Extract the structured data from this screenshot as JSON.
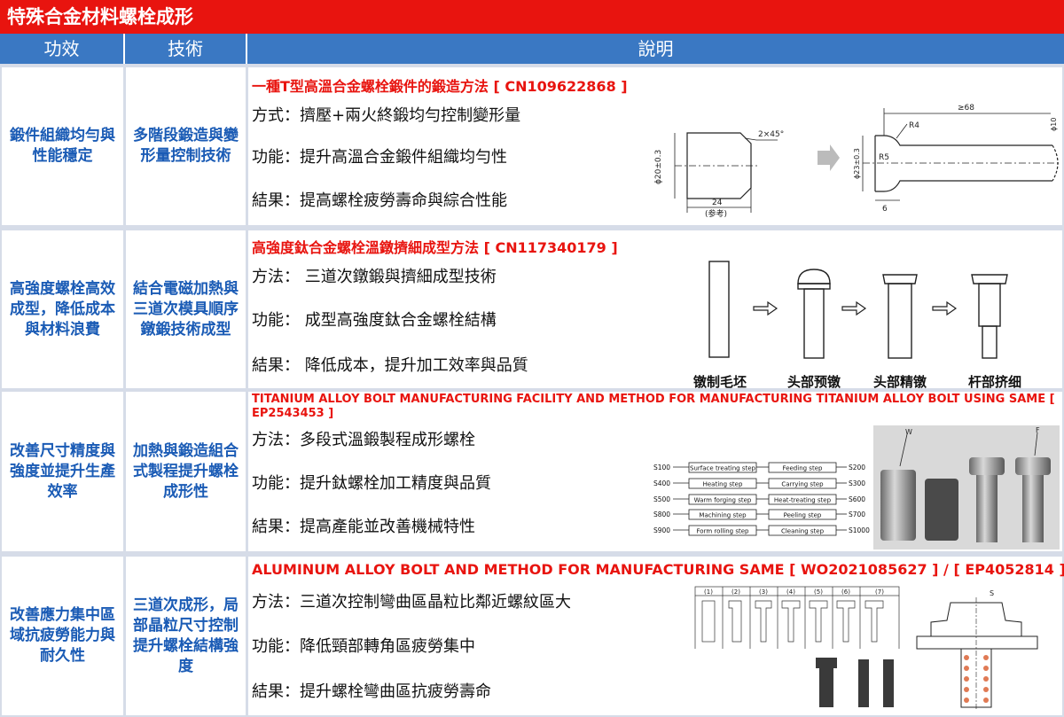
{
  "page_title": "特殊合金材料螺栓成形",
  "headers": [
    "功效",
    "技術",
    "說明"
  ],
  "rows": [
    {
      "effect": "鍛件組織均勻與性能穩定",
      "tech": "多階段鍛造與變形量控制技術",
      "title": "一種T型高溫合金螺栓鍛件的鍛造方法 [ CN109622868 ]",
      "lines": [
        "方式：擠壓+兩火終鍛均勻控制變形量",
        "功能：提升高溫合金鍛件組織均勻性",
        "結果：提高螺栓疲勞壽命與綜合性能"
      ],
      "figure": {
        "chamfer": "2×45°",
        "dia1": "ϕ20±0.3",
        "len1": "24",
        "ref": "(参考)",
        "len2": "≥68",
        "r4": "R4",
        "r5": "R5",
        "dia2": "ϕ23±0.3",
        "dia3": "ϕ10",
        "len3": "6"
      }
    },
    {
      "effect": "高強度螺栓高效成型，降低成本與材料浪費",
      "tech": "結合電磁加熱與三道次模具順序鐓鍛技術成型",
      "title": "高強度鈦合金螺栓溫鐓擠細成型方法 [ CN117340179 ]",
      "lines": [
        "方法：  三道次鐓鍛與擠細成型技術",
        "功能：  成型高強度鈦合金螺栓結構",
        "結果：  降低成本，提升加工效率與品質"
      ],
      "figure": {
        "labels": [
          "镦制毛坯",
          "头部预镦",
          "头部精镦",
          "杆部挤细"
        ]
      }
    },
    {
      "effect": "改善尺寸精度與強度並提升生產效率",
      "tech": "加熱與鍛造組合式製程提升螺栓成形性",
      "title": "TITANIUM ALLOY BOLT MANUFACTURING FACILITY AND METHOD FOR MANUFACTURING TITANIUM ALLOY BOLT USING SAME [ EP2543453 ]",
      "lines": [
        "方法：多段式溫鍛製程成形螺栓",
        "功能：提升鈦螺栓加工精度與品質",
        "結果：提高產能並改善機械特性"
      ],
      "figure": {
        "left": [
          {
            "code": "S100",
            "step": "Surface treating step"
          },
          {
            "code": "S400",
            "step": "Heating step"
          },
          {
            "code": "S500",
            "step": "Warm forging step"
          },
          {
            "code": "S800",
            "step": "Machining step"
          },
          {
            "code": "S900",
            "step": "Form rolling step"
          }
        ],
        "right": [
          {
            "code": "S200",
            "step": "Feeding step"
          },
          {
            "code": "S300",
            "step": "Carrying step"
          },
          {
            "code": "S600",
            "step": "Heat-treating step"
          },
          {
            "code": "S700",
            "step": "Peeling step"
          },
          {
            "code": "S1000",
            "step": "Cleaning step"
          }
        ],
        "w": "W",
        "f": "F"
      }
    },
    {
      "effect": "改善應力集中區域抗疲勞能力與耐久性",
      "tech": "三道次成形，局部晶粒尺寸控制提升螺栓結構強度",
      "title": "ALUMINUM ALLOY BOLT AND METHOD FOR MANUFACTURING SAME [ WO2021085627 ] / [ EP4052814 ]",
      "lines": [
        "方法：三道次控制彎曲區晶粒比鄰近螺紋區大",
        "功能：降低頸部轉角區疲勞集中",
        "結果：提升螺栓彎曲區抗疲勞壽命"
      ],
      "figure": {
        "cols": [
          "(1)",
          "(2)",
          "(3)",
          "(4)",
          "(5)",
          "(6)",
          "(7)"
        ],
        "s": "S"
      }
    }
  ],
  "colors": {
    "title_bg": "#e8140f",
    "header_bg": "#3a78c3",
    "accent_blue": "#1a5bb5",
    "accent_red": "#e8140f",
    "grid_bg": "#d6dce8"
  }
}
